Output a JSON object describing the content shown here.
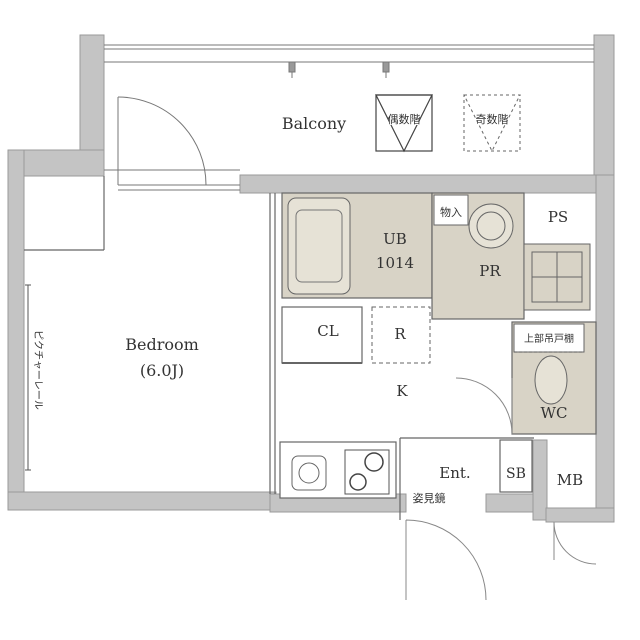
{
  "rooms": {
    "balcony": "Balcony",
    "bedroom": "Bedroom",
    "bedroom_size": "(6.0J)",
    "ub": "UB",
    "ub_size": "1014",
    "pr": "PR",
    "ps": "PS",
    "storage": "物入",
    "cl": "CL",
    "r": "R",
    "k": "K",
    "wc": "WC",
    "wc_cabinet": "上部吊戸棚",
    "ent": "Ent.",
    "mirror": "姿見鏡",
    "sb": "SB",
    "mb": "MB",
    "picture_rail": "ピクチャーレール"
  },
  "hatches": {
    "even_floor": "偶数階",
    "odd_floor": "奇数階"
  },
  "colors": {
    "wall": "#bfbfbf",
    "wet_area": "#d8d3c6",
    "line": "#555555"
  }
}
